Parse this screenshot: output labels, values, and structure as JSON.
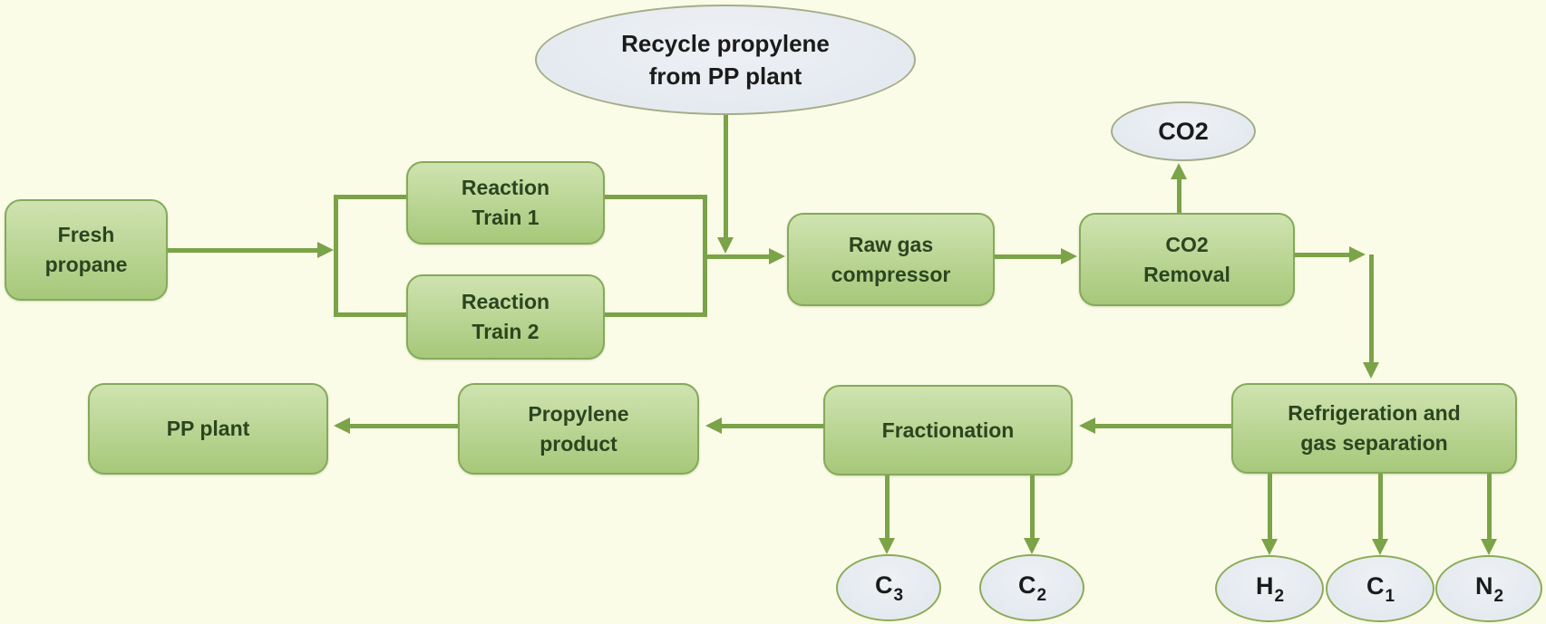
{
  "colors": {
    "background": "#fbfce8",
    "box_fill_top": "#cfe3b0",
    "box_fill_bottom": "#a7c87a",
    "box_border": "#85a95a",
    "box_text": "#2c4520",
    "ellipse_fill": "#e5eaf0",
    "ellipse_border": "#a3ad88",
    "ellipse_border_green": "#8bab58",
    "arrow": "#7ba347",
    "ellipse_text": "#1b1b1b"
  },
  "nodes": {
    "fresh_propane": {
      "line1": "Fresh",
      "line2": "propane"
    },
    "reaction_train_1": {
      "line1": "Reaction",
      "line2": "Train 1"
    },
    "reaction_train_2": {
      "line1": "Reaction",
      "line2": "Train 2"
    },
    "raw_gas_compressor": {
      "line1": "Raw gas",
      "line2": "compressor"
    },
    "co2_removal": {
      "line1": "CO2",
      "line2": "Removal"
    },
    "refrigeration_gas_separation": {
      "line1": "Refrigeration and",
      "line2": "gas separation"
    },
    "fractionation": {
      "line1": "Fractionation"
    },
    "propylene_product": {
      "line1": "Propylene",
      "line2": "product"
    },
    "pp_plant": {
      "line1": "PP plant"
    }
  },
  "terminals": {
    "recycle_propylene": {
      "line1": "Recycle propylene",
      "line2": "from PP plant"
    },
    "co2_out": {
      "main": "CO2"
    },
    "c3": {
      "main": "C",
      "sub": "3"
    },
    "c2": {
      "main": "C",
      "sub": "2"
    },
    "h2": {
      "main": "H",
      "sub": "2"
    },
    "c1": {
      "main": "C",
      "sub": "1"
    },
    "n2": {
      "main": "N",
      "sub": "2"
    }
  }
}
